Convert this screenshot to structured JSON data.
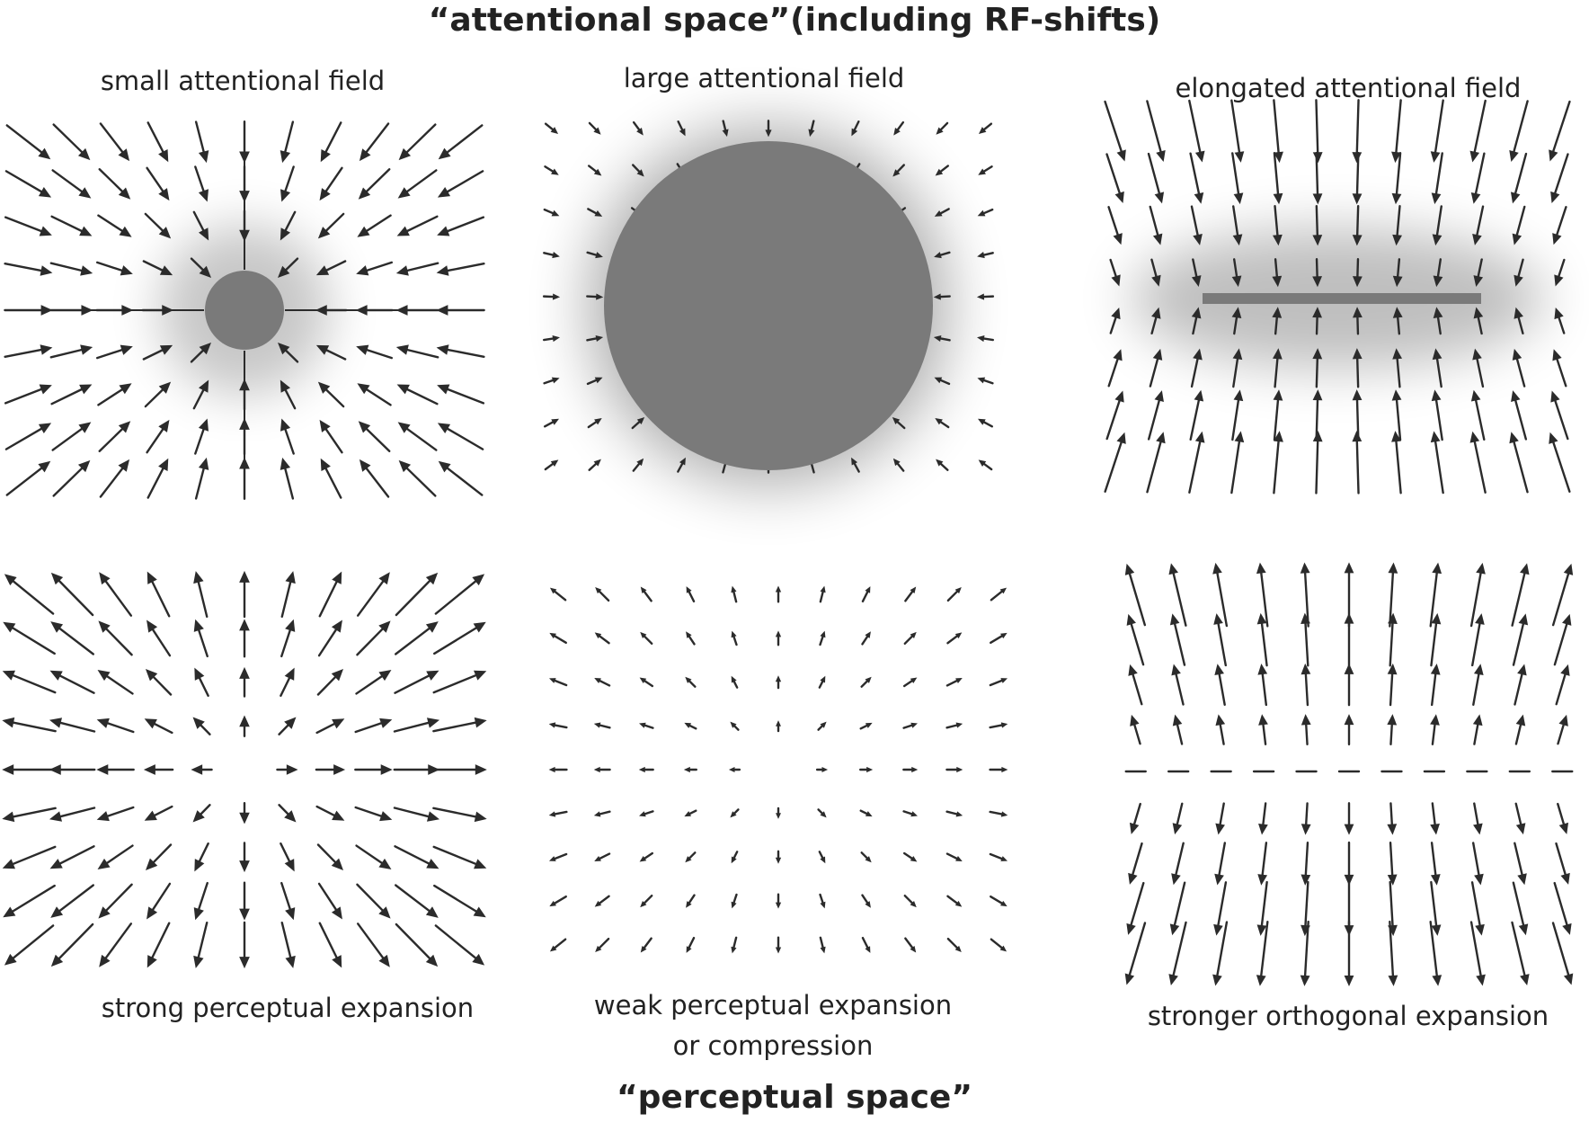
{
  "title_top": "“attentional space”(including RF-shifts)",
  "title_bottom": "“perceptual space”",
  "panels": {
    "top_left": {
      "label": "small attentional field"
    },
    "top_middle": {
      "label": "large attentional field"
    },
    "top_right": {
      "label": "elongated attentional field"
    },
    "bottom_left": {
      "label": "strong perceptual expansion"
    },
    "bottom_middle": {
      "label_line1": "weak perceptual expansion",
      "label_line2": "or compression"
    },
    "bottom_right": {
      "label": "stronger orthogonal expansion"
    }
  },
  "colors": {
    "arrow": "#2b2b2b",
    "field": "#7a7a7a",
    "halo": "#000000",
    "background": "#ffffff"
  },
  "fields": {
    "top_left": "small circle at center, arrows converge toward it",
    "top_middle": "large circle at center, short arrows converge at edges",
    "top_right": "horizontal bar at center, arrows converge toward it vertically"
  }
}
